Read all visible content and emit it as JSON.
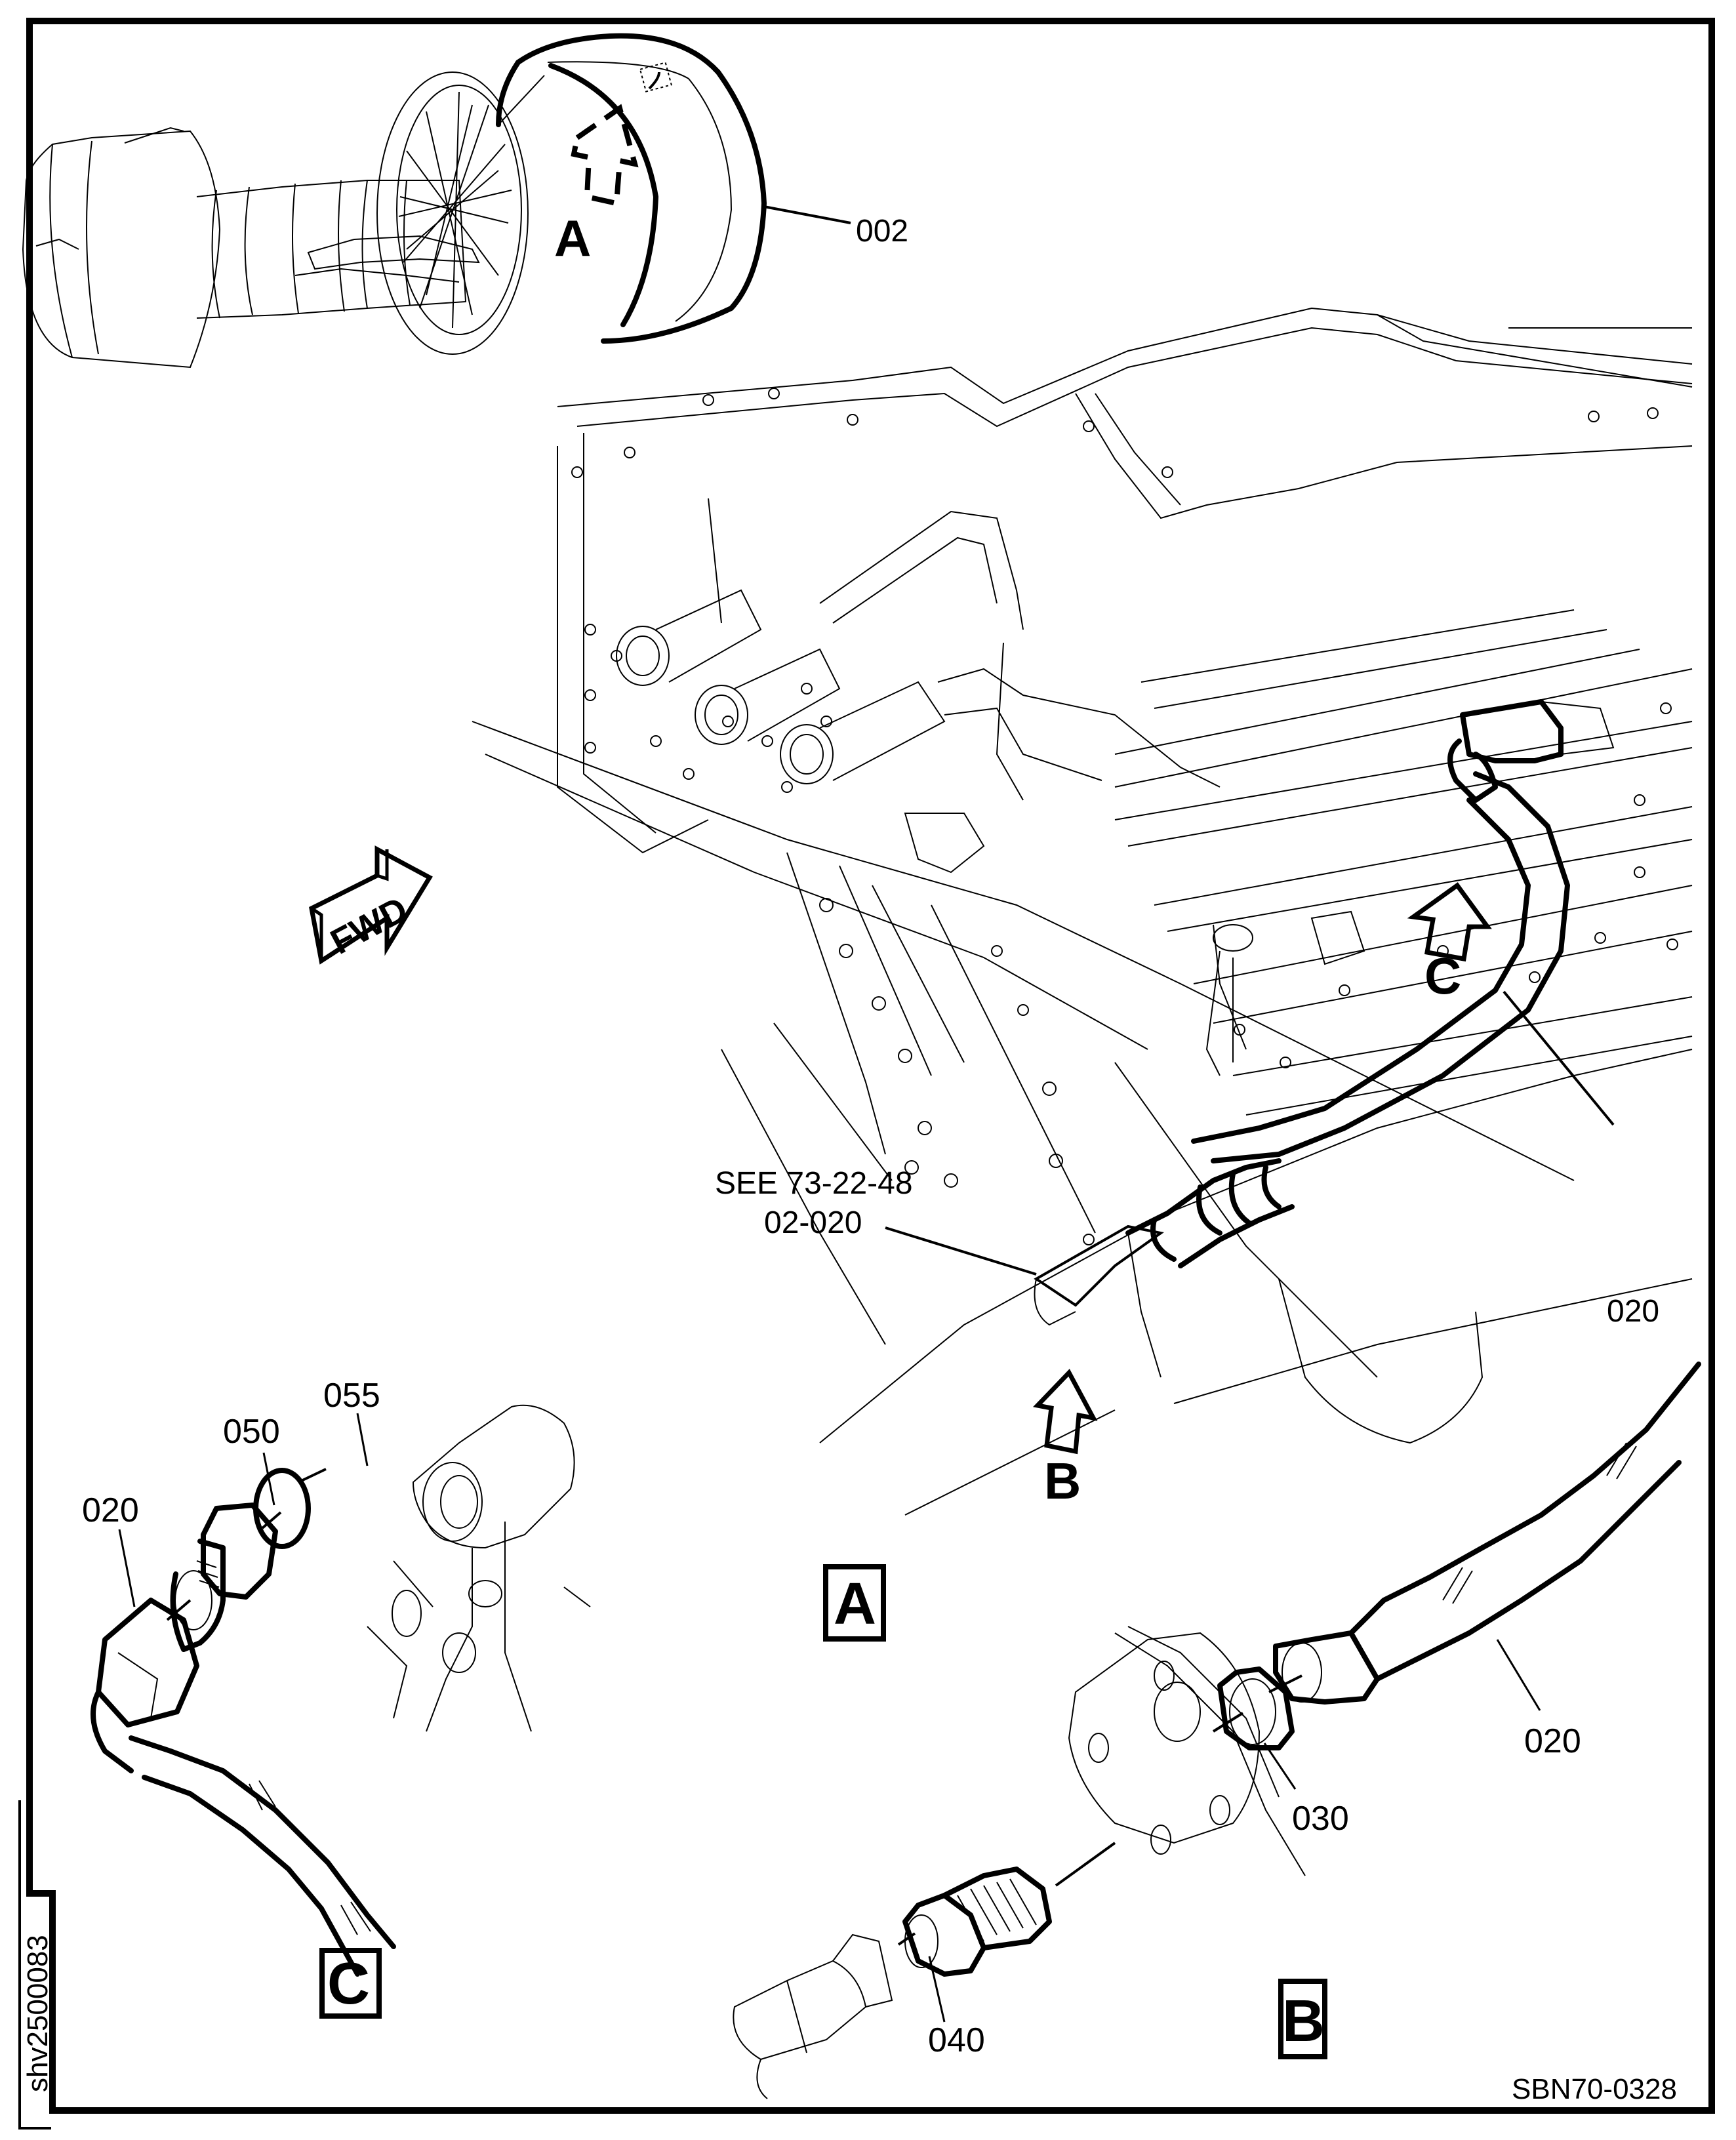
{
  "figure": {
    "document_number": "SBN70-0328",
    "sheet_id": "shv2500083",
    "colors": {
      "line": "#000000",
      "background": "#ffffff"
    }
  },
  "engine_view": {
    "view_pointer_label": "A",
    "callout_item": "002"
  },
  "main_view": {
    "orientation_arrow": "FWD",
    "reference_note_line1": "SEE 73-22-48",
    "reference_note_line2": "02-020",
    "callout_hose": "020",
    "view_pointer_b": "B",
    "view_pointer_c": "C",
    "view_label": "A"
  },
  "detail_c": {
    "view_label": "C",
    "callouts": [
      "020",
      "050",
      "055"
    ]
  },
  "detail_b": {
    "view_label": "B",
    "callouts": [
      "020",
      "030",
      "040"
    ]
  }
}
